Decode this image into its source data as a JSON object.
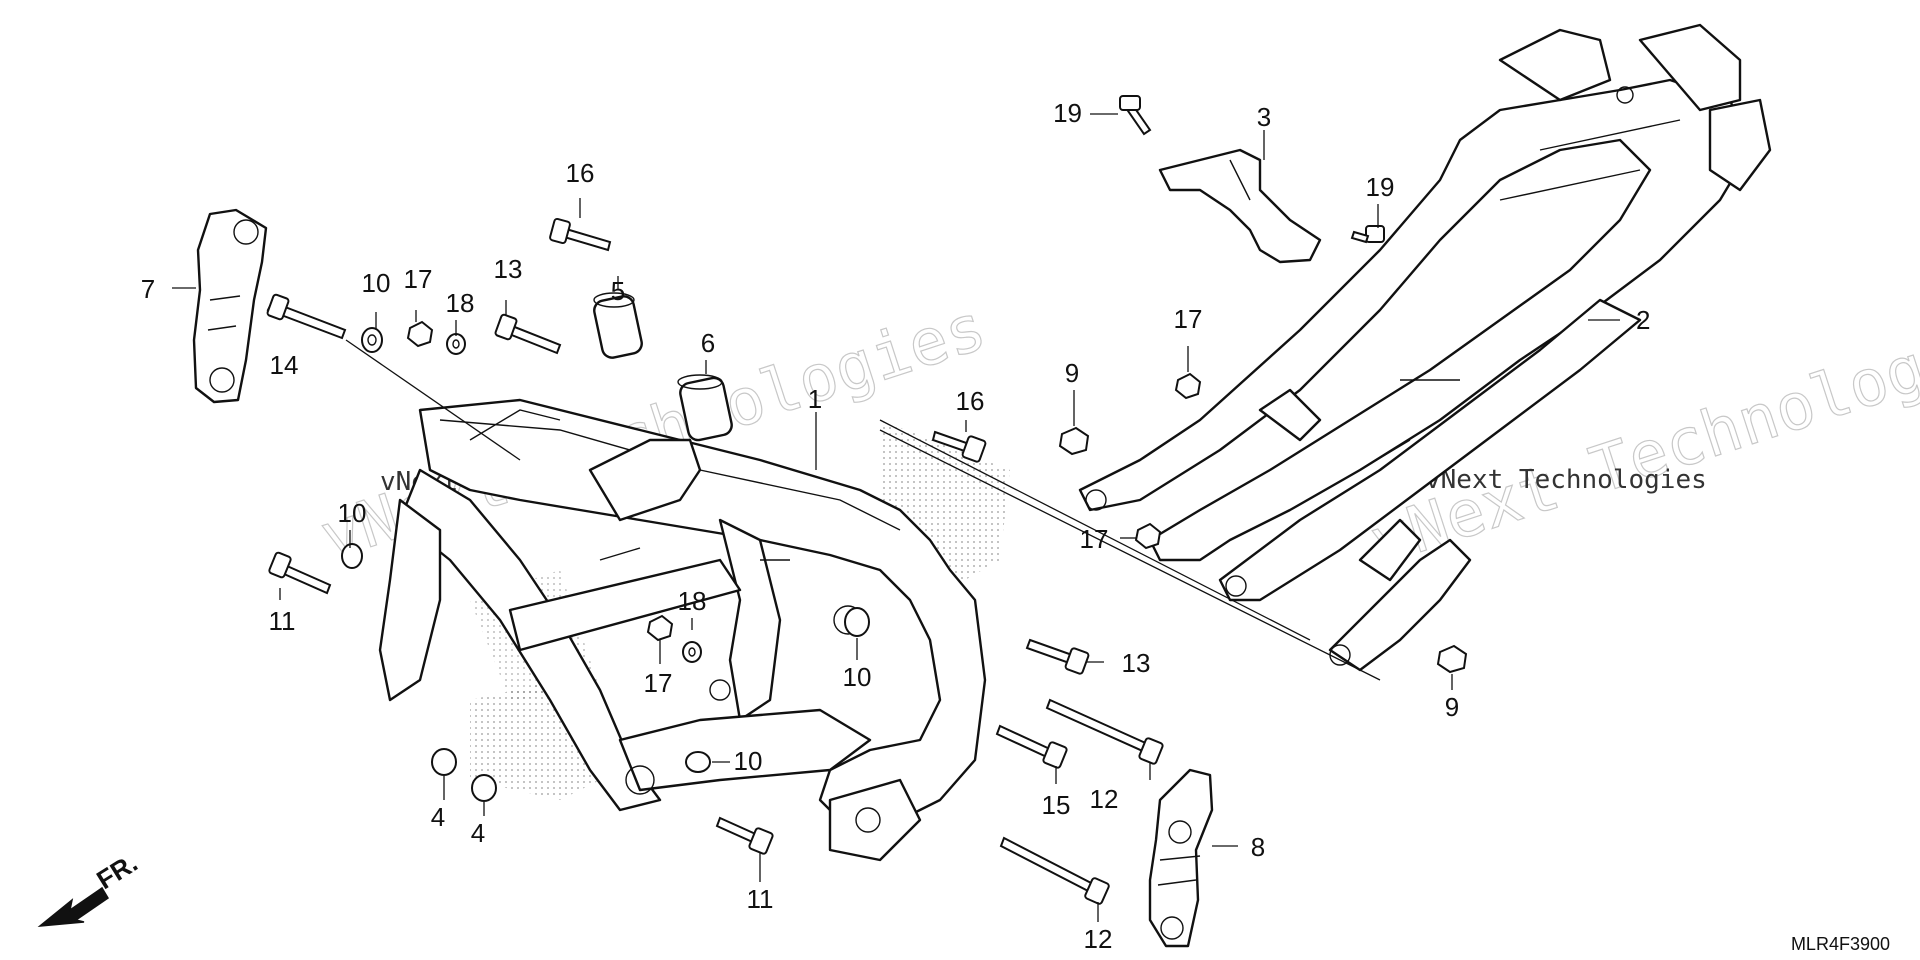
{
  "diagram": {
    "code": "MLR4F3900",
    "direction_label": "FR.",
    "watermark": "vNext Technologies",
    "callouts": [
      {
        "id": "c1",
        "text": "1"
      },
      {
        "id": "c2",
        "text": "2"
      },
      {
        "id": "c3",
        "text": "3"
      },
      {
        "id": "c4a",
        "text": "4"
      },
      {
        "id": "c4b",
        "text": "4"
      },
      {
        "id": "c5",
        "text": "5"
      },
      {
        "id": "c6",
        "text": "6"
      },
      {
        "id": "c7",
        "text": "7"
      },
      {
        "id": "c8",
        "text": "8"
      },
      {
        "id": "c9a",
        "text": "9"
      },
      {
        "id": "c9b",
        "text": "9"
      },
      {
        "id": "c10a",
        "text": "10"
      },
      {
        "id": "c10b",
        "text": "10"
      },
      {
        "id": "c10c",
        "text": "10"
      },
      {
        "id": "c10d",
        "text": "10"
      },
      {
        "id": "c11a",
        "text": "11"
      },
      {
        "id": "c11b",
        "text": "11"
      },
      {
        "id": "c12a",
        "text": "12"
      },
      {
        "id": "c12b",
        "text": "12"
      },
      {
        "id": "c13a",
        "text": "13"
      },
      {
        "id": "c13b",
        "text": "13"
      },
      {
        "id": "c14",
        "text": "14"
      },
      {
        "id": "c15",
        "text": "15"
      },
      {
        "id": "c16a",
        "text": "16"
      },
      {
        "id": "c16b",
        "text": "16"
      },
      {
        "id": "c17a",
        "text": "17"
      },
      {
        "id": "c17b",
        "text": "17"
      },
      {
        "id": "c17c",
        "text": "17"
      },
      {
        "id": "c17d",
        "text": "17"
      },
      {
        "id": "c18a",
        "text": "18"
      },
      {
        "id": "c18b",
        "text": "18"
      },
      {
        "id": "c19a",
        "text": "19"
      },
      {
        "id": "c19b",
        "text": "19"
      }
    ]
  }
}
